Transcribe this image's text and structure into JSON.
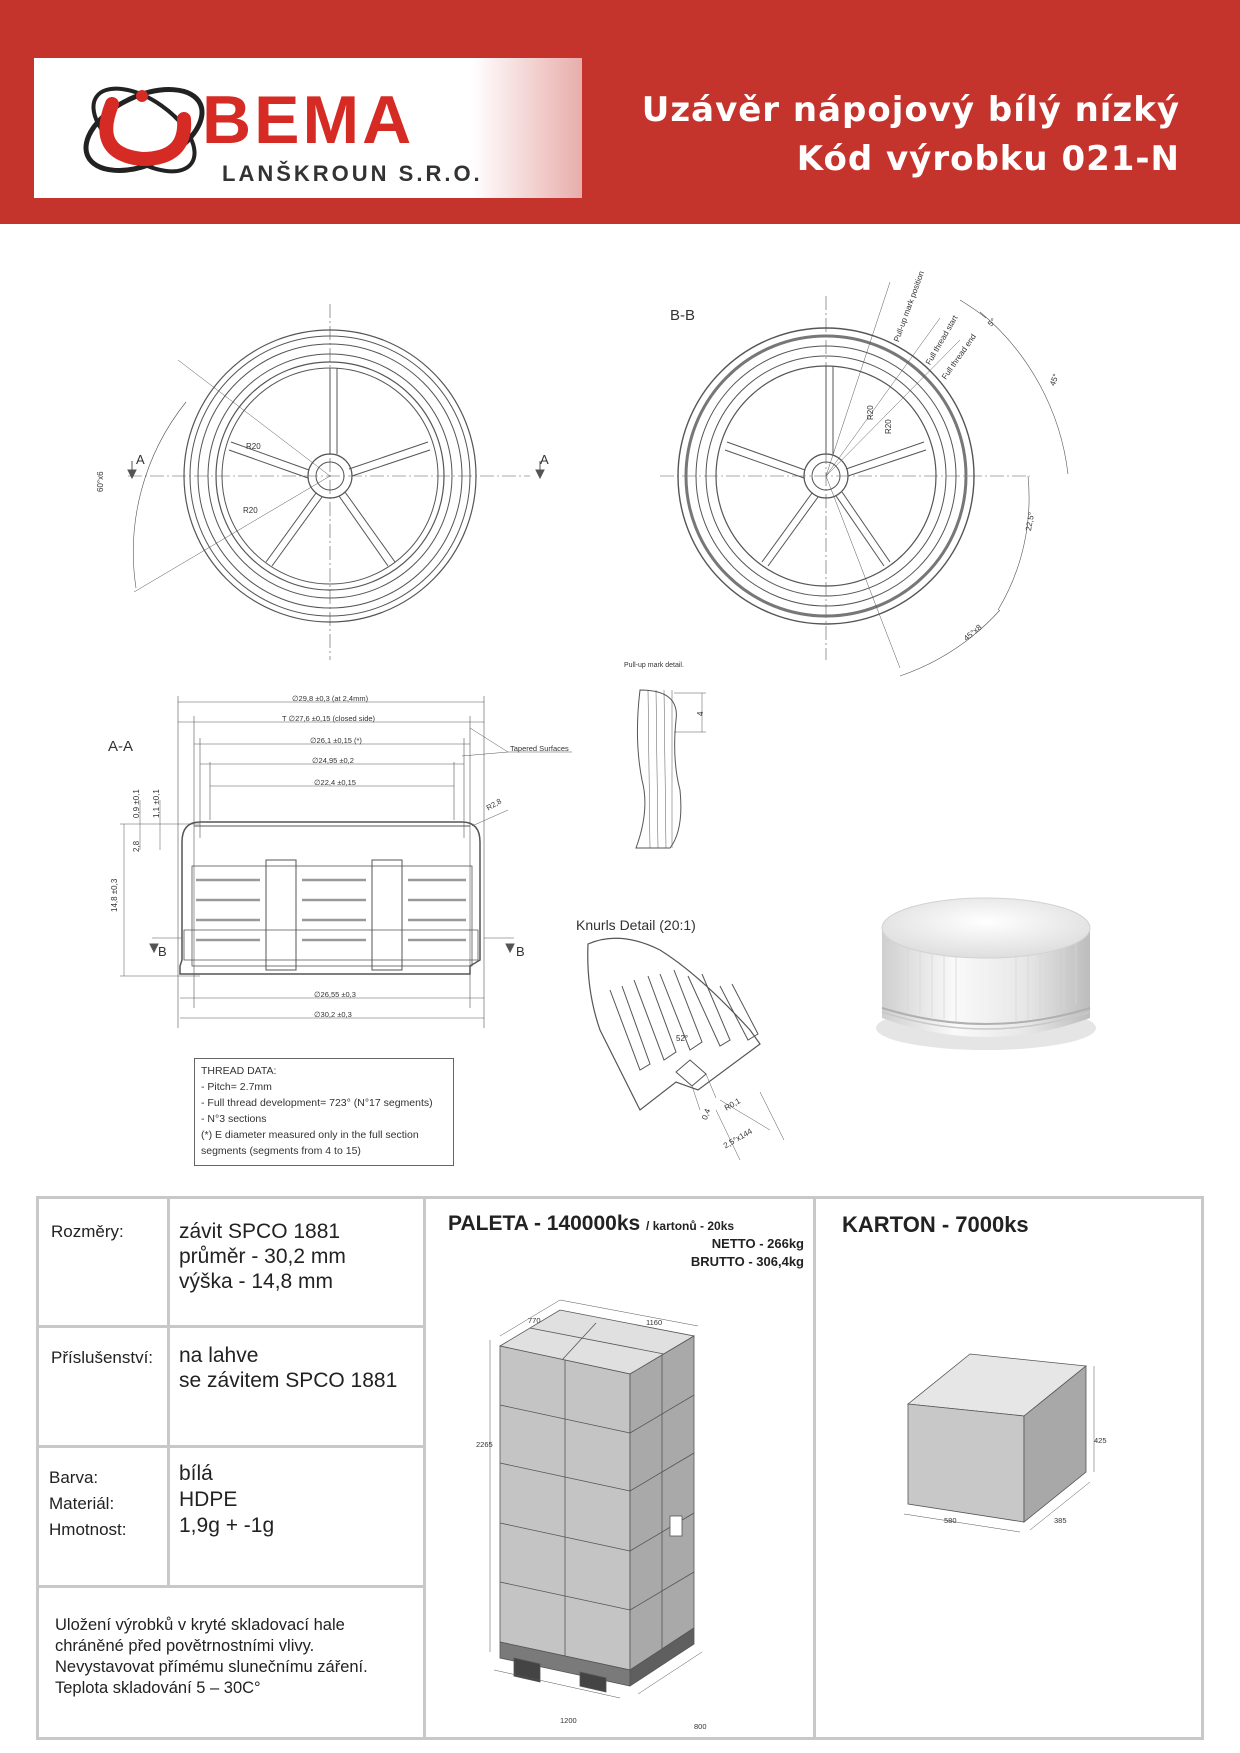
{
  "header": {
    "brand_name": "BEMA",
    "brand_sub": "LANŠKROUN S.R.O.",
    "title_line1": "Uzávěr nápojový bílý nízký",
    "title_line2": "Kód výrobku 021-N",
    "colors": {
      "header_bg": "#c5332d",
      "brand_red": "#d62b25"
    }
  },
  "drawing": {
    "section_aa": "A-A",
    "section_bb": "B-B",
    "mark_a": "A",
    "mark_b": "B",
    "r20": "R20",
    "angle_60": "60°x6",
    "angle_45": "45°",
    "angle_225": "22,5°",
    "angle_45x8": "45°x8",
    "angle_5": "5°",
    "pullup_position": "Pull-up mark position",
    "full_thread_start": "Full thread start",
    "full_thread_end": "Full thread end",
    "pullup_detail": "Pull-up mark detail.",
    "dim_4": "4",
    "tapered": "Tapered Surfaces",
    "r28": "R2,8",
    "d_298": "∅29,8 ±0,3 (at 2,4mm)",
    "d_276": "T ∅27,6 ±0,15 (closed side)",
    "d_261": "∅26,1 ±0,15 (*)",
    "d_2495": "∅24,95 ±0,2",
    "d_224": "∅22,4 ±0,15",
    "d_2655": "∅26,55 ±0,3",
    "d_302": "∅30,2 ±0,3",
    "h_09": "0,9 ±0,1",
    "h_11": "1,1 ±0,1",
    "h_28": "2,8",
    "h_148": "14,8 ±0,3",
    "knurls_title": "Knurls Detail (20:1)",
    "angle_52": "52°",
    "r01": "R0,1",
    "dim_04": "0,4",
    "dim_25x144": "2,5°x144",
    "thread_lines": [
      "THREAD DATA:",
      "- Pitch= 2.7mm",
      "- Full thread development= 723° (N°17 segments)",
      "- N°3 sections",
      "(*) E diameter measured only in the full section",
      "     segments (segments from 4 to 15)"
    ]
  },
  "table": {
    "rozmery_label": "Rozměry:",
    "rozmery_lines": [
      "závit SPCO 1881",
      "průměr - 30,2 mm",
      "výška - 14,8 mm"
    ],
    "prislusenstvi_label": "Příslušenství:",
    "prislusenstvi_lines": [
      "na lahve",
      "se závitem SPCO 1881"
    ],
    "barva_label": "Barva:",
    "material_label": "Materiál:",
    "hmotnost_label": "Hmotnost:",
    "barva_value": "bílá",
    "material_value": "HDPE",
    "hmotnost_value": "1,9g + -1g",
    "storage_lines": [
      "Uložení výrobků v kryté skladovací hale",
      "chráněné před povětrnostními vlivy.",
      "Nevystavovat přímému slunečnímu záření.",
      "Teplota skladování 5 – 30C°"
    ],
    "paleta_title": "PALETA - 140000ks",
    "paleta_kartonu": "/ kartonů - 20ks",
    "paleta_netto": "NETTO - 266kg",
    "paleta_brutto": "BRUTTO - 306,4kg",
    "paleta_dims": {
      "w": "770",
      "l": "1160",
      "h": "2265",
      "base_w": "1200",
      "base_d": "800"
    },
    "karton_title": "KARTON - 7000ks",
    "karton_dims": {
      "h": "425",
      "l": "580",
      "w": "385"
    }
  }
}
